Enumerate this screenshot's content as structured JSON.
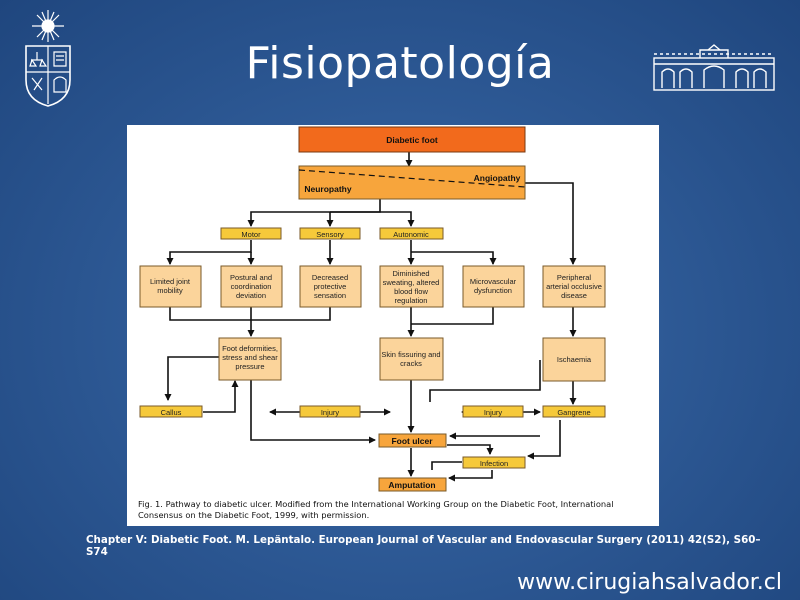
{
  "slide": {
    "title": "Fisiopatología",
    "citation": "Chapter V: Diabetic Foot.  M. Lepäntalo. European Journal of Vascular and Endovascular Surgery (2011) 42(S2), S60–S74",
    "website": "www.cirugiahsalvador.cl"
  },
  "diagram": {
    "top": "Diabetic foot",
    "angiopathy": "Angiopathy",
    "neuropathy": "Neuropathy",
    "motor": "Motor",
    "sensory": "Sensory",
    "autonomic": "Autonomic",
    "limited": [
      "Limited joint",
      "mobility"
    ],
    "postural": [
      "Postural and",
      "coordination",
      "deviation"
    ],
    "decreased": [
      "Decreased",
      "protective",
      "sensation"
    ],
    "diminished": [
      "Diminished",
      "sweating, altered",
      "blood flow",
      "regulation"
    ],
    "microvascular": [
      "Microvascular",
      "dysfunction"
    ],
    "peripheral": [
      "Peripheral",
      "arterial occlusive",
      "disease"
    ],
    "deformities": [
      "Foot deformities,",
      "stress and shear",
      "pressure"
    ],
    "fissuring": [
      "Skin fissuring and",
      "cracks"
    ],
    "ischaemia": "Ischaemia",
    "callus": "Callus",
    "injury1": "Injury",
    "injury2": "Injury",
    "gangrene": "Gangrene",
    "foot_ulcer": "Foot ulcer",
    "infection": "Infection",
    "amputation": "Amputation",
    "caption": "Fig. 1. Pathway to diabetic ulcer. Modified from the International Working Group on the Diabetic Foot, International Consensus on the Diabetic Foot, 1999, with permission."
  },
  "colors": {
    "background": "#2e5a96",
    "box": "#fbd49b",
    "header": "#f26a1c",
    "accent": "#f7a53c",
    "label": "#f6c93a"
  },
  "icons": {
    "left_logo": "university-seal-icon",
    "right_logo": "building-facade-icon"
  }
}
